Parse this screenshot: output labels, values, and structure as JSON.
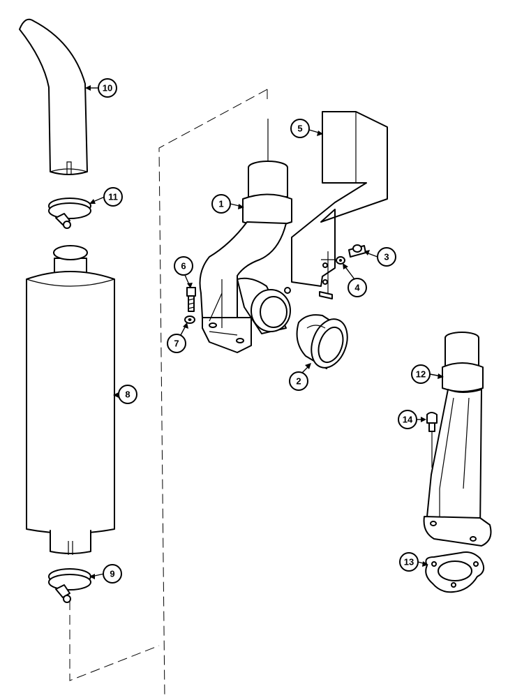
{
  "callouts": {
    "c1": "1",
    "c2": "2",
    "c3": "3",
    "c4": "4",
    "c5": "5",
    "c6": "6",
    "c7": "7",
    "c8": "8",
    "c9": "9",
    "c10": "10",
    "c11": "11",
    "c12": "12",
    "c13": "13",
    "c14": "14"
  },
  "colors": {
    "line": "#000000",
    "background": "#ffffff"
  }
}
